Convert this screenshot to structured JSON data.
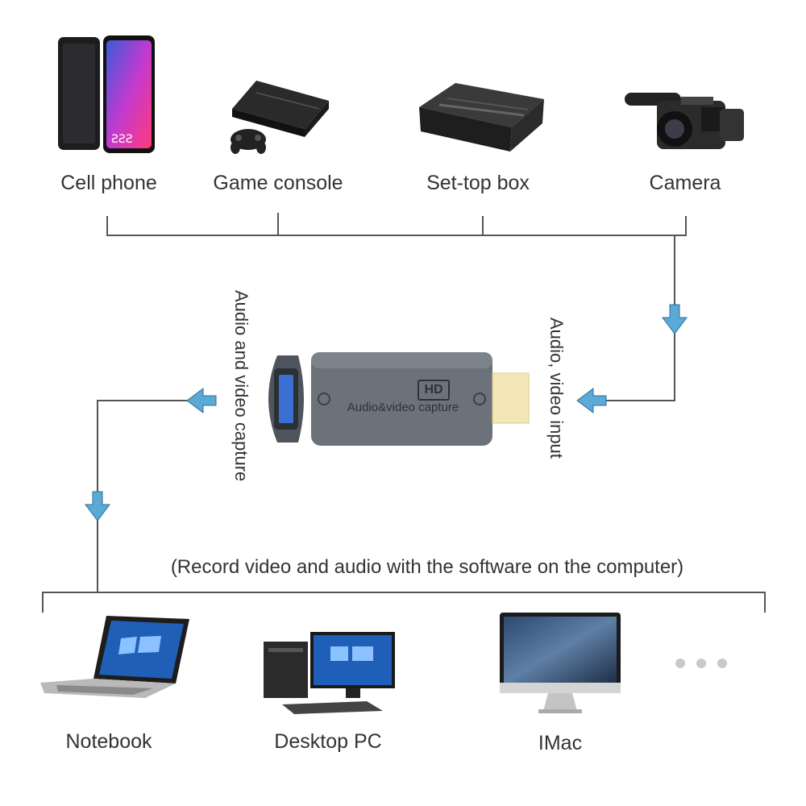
{
  "sources": [
    {
      "label": "Cell phone",
      "icon": "cell-phone-icon"
    },
    {
      "label": "Game console",
      "icon": "game-console-icon"
    },
    {
      "label": "Set-top box",
      "icon": "set-top-box-icon"
    },
    {
      "label": "Camera",
      "icon": "camera-icon"
    }
  ],
  "device": {
    "badge": "HD",
    "name": "Audio&video capture",
    "input_label": "Audio, video input",
    "capture_label": "Audio and video capture"
  },
  "note": "(Record video and audio with the software on the computer)",
  "destinations": [
    {
      "label": "Notebook",
      "icon": "notebook-icon"
    },
    {
      "label": "Desktop PC",
      "icon": "desktop-pc-icon"
    },
    {
      "label": "IMac",
      "icon": "imac-icon"
    },
    {
      "label": "",
      "icon": "more-dots-icon"
    }
  ],
  "colors": {
    "arrow": "#5aa9d6",
    "line": "#555555",
    "device_body": "#6c7279",
    "hdmi_plug": "#f3e7b8"
  }
}
